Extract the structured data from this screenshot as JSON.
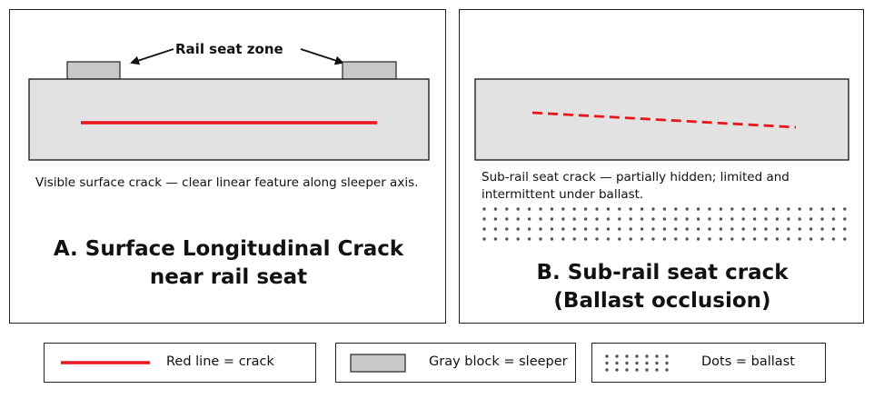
{
  "panel_a": {
    "annotation": "Rail seat zone",
    "caption": "Visible surface crack — clear linear feature along sleeper axis.",
    "title_line1": "A. Surface Longitudinal Crack",
    "title_line2": "near rail seat"
  },
  "panel_b": {
    "caption": "Sub-rail seat crack — partially hidden; limited and intermittent under ballast.",
    "title_line1": "B. Sub-rail seat crack",
    "title_line2": "(Ballast occlusion)"
  },
  "legend": {
    "crack_label": "Red line = crack",
    "sleeper_label": "Gray block = sleeper",
    "ballast_label": "Dots = ballast"
  },
  "colors": {
    "crack": "#e8151b",
    "sleeper": "#e2e2e2",
    "rail_seat": "#c8c8c8",
    "outline": "#222222",
    "ballast_dot": "#555555"
  }
}
